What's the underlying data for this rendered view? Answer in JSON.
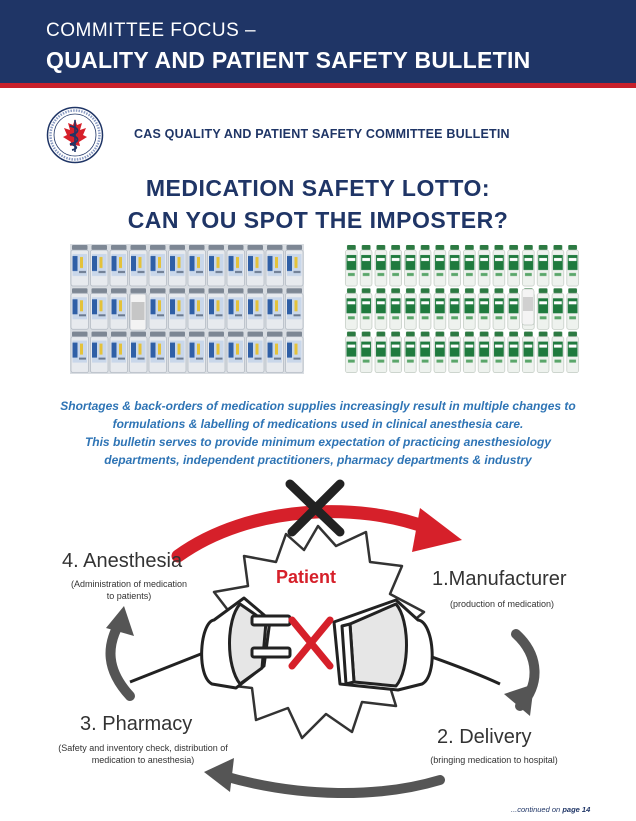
{
  "header": {
    "line1": "COMMITTEE FOCUS –",
    "line2": "QUALITY AND PATIENT SAFETY BULLETIN"
  },
  "bulletin": {
    "title": "CAS QUALITY AND PATIENT SAFETY COMMITTEE BULLETIN"
  },
  "main_title": {
    "line1": "MEDICATION SAFETY LOTTO:",
    "line2": "CAN YOU SPOT THE IMPOSTER?"
  },
  "intro": {
    "line1": "Shortages & back-orders of medication supplies increasingly result in multiple changes to",
    "line2": "formulations & labelling of medications used in clinical anesthesia care.",
    "line3": "This bulletin serves to provide minimum expectation of practicing anesthesiology",
    "line4": "departments, independent practitioners, pharmacy departments & industry"
  },
  "cycle": {
    "center_label": "Patient",
    "stages": [
      {
        "title": "1.Manufacturer",
        "desc": [
          "(production of medication)"
        ]
      },
      {
        "title": "2. Delivery",
        "desc": [
          "(bringing medication to hospital)"
        ]
      },
      {
        "title": "3. Pharmacy",
        "desc": [
          "(Safety and inventory check, distribution of",
          "medication to anesthesia)"
        ]
      },
      {
        "title": "4. Anesthesia",
        "desc": [
          "(Administration of medication",
          "to patients)"
        ]
      }
    ]
  },
  "footer": {
    "continued_prefix": "...continued on",
    "continued_page": "page 14"
  },
  "colors": {
    "navy": "#1f3566",
    "red": "#c8202a",
    "blue_text": "#2e74b5",
    "arrow_gray": "#555555"
  }
}
